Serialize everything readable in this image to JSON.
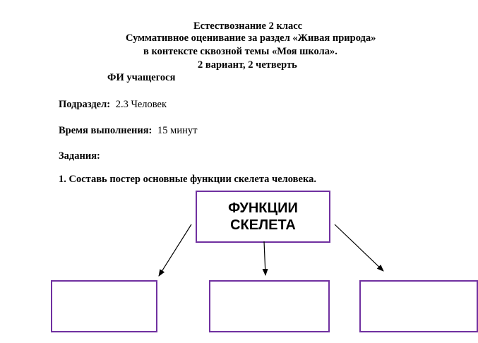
{
  "header": {
    "line1": "Естествознание 2 класс",
    "line2": "Суммативное оценивание за раздел «Живая природа»",
    "line3": "в контексте сквозной темы «Моя школа».",
    "line4": "2 вариант, 2 четверть",
    "student_name_label": "ФИ учащегося"
  },
  "info": {
    "subsection_label": "Подраздел:",
    "subsection_value": "2.3 Человек",
    "time_label": "Время выполнения:",
    "time_value": "15 минут",
    "tasks_label": "Задания:"
  },
  "task": {
    "text": "1. Составь постер основные функции скелета человека."
  },
  "diagram": {
    "main_line1": "ФУНКЦИИ",
    "main_line2": "СКЕЛЕТА",
    "answer_boxes": [
      "",
      "",
      ""
    ],
    "border_color": "#7030a0"
  }
}
